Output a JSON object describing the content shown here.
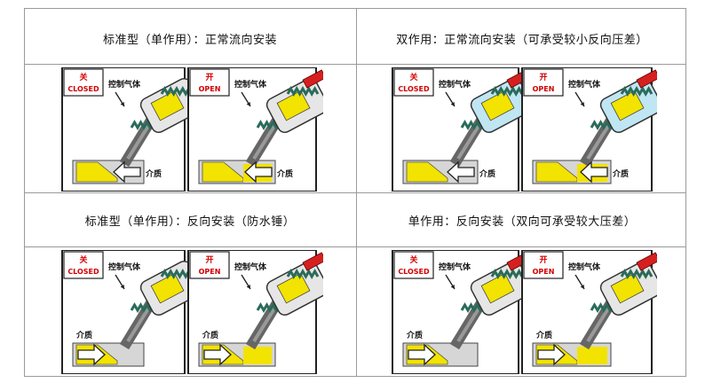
{
  "cells": [
    {
      "title": "标准型（单作用）：正常流向安装"
    },
    {
      "title": "双作用：正常流向安装（可承受较小反向压差）"
    },
    {
      "title": "标准型（单作用）：反向安装（防水锤）"
    },
    {
      "title": "单作用：反向安装（双向可承受较大压差）"
    }
  ],
  "labels": {
    "closed_cn": "关",
    "closed_en": "CLOSED",
    "open_cn": "开",
    "open_en": "OPEN",
    "control_gas": "控制气体",
    "medium": "介质"
  },
  "colors": {
    "medium": "#f2e300",
    "body": "#cfcfcf",
    "actuator": "#bfe6f2",
    "spring": "#2a6b5a",
    "stem_red": "#d62020",
    "tag_text": "#d10000"
  }
}
